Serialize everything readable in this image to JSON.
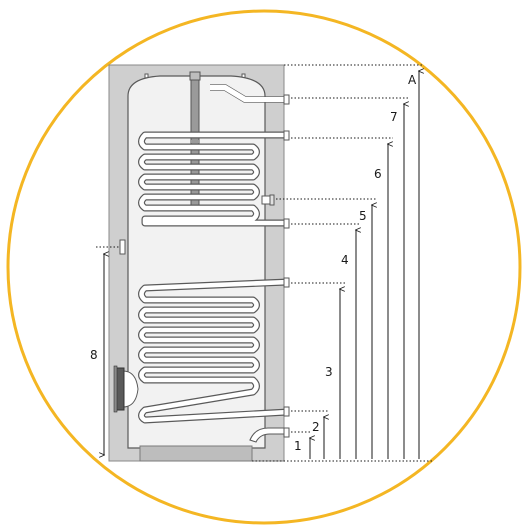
{
  "colors": {
    "ring": "#f4b623",
    "jacket": "#cfcfcf",
    "jacket_stroke": "#8a8a8a",
    "tank": "#f2f2f2",
    "tank_stroke": "#5a5a5a",
    "coil": "#ffffff",
    "dim_line": "#1a1a1a"
  },
  "dimensions": {
    "d1": "1",
    "d2": "2",
    "d3": "3",
    "d4": "4",
    "d5": "5",
    "d6": "6",
    "d7": "7",
    "dA": "A",
    "d8": "8"
  }
}
